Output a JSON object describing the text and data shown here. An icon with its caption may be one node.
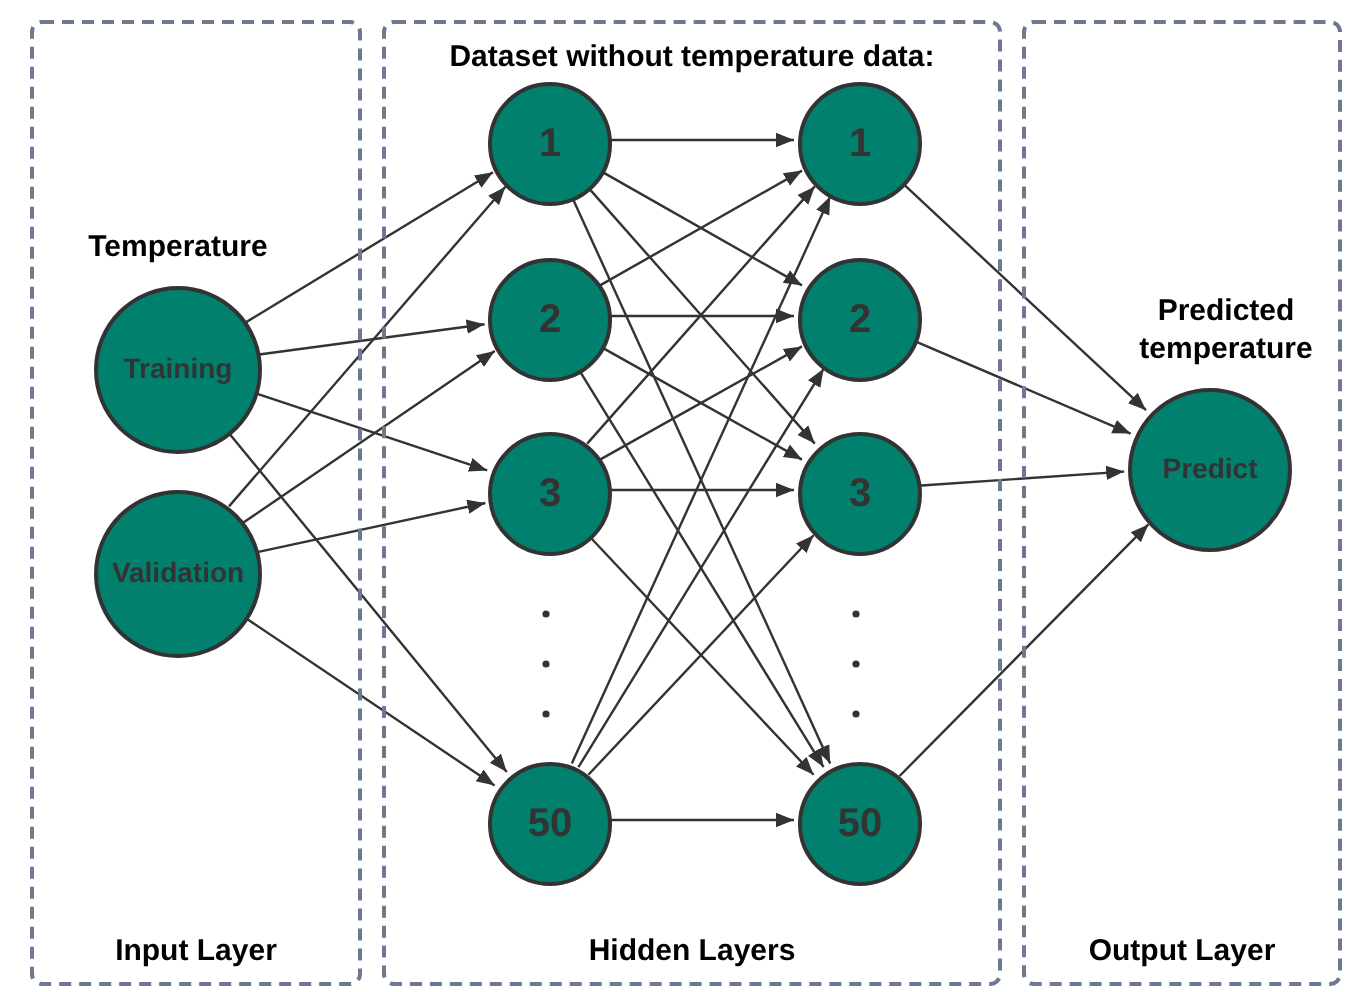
{
  "diagram": {
    "nodes": [
      {
        "text": [
          "Input Layer"
        ]
      },
      {
        "text": [
          "Training"
        ],
        "in": 0,
        "beside": [
          "Temperature"
        ]
      },
      {
        "text": [
          "Validation"
        ],
        "in": 0
      },
      {
        "text": [
          "Dataset without temperature data:",
          "Hidden Layers"
        ]
      },
      {
        "text": [
          "1"
        ],
        "in": 3
      },
      {
        "text": [
          "2"
        ],
        "in": 3
      },
      {
        "text": [
          "3"
        ],
        "in": 3
      },
      {
        "text": [
          "50"
        ],
        "in": 3
      },
      {
        "text": [
          "1"
        ],
        "in": 3
      },
      {
        "text": [
          "2"
        ],
        "in": 3
      },
      {
        "text": [
          "3"
        ],
        "in": 3
      },
      {
        "text": [
          "50"
        ],
        "in": 3
      },
      {
        "text": [
          "Output Layer"
        ]
      },
      {
        "text": [
          "Predict"
        ],
        "in": 12,
        "beside": [
          "Predicted temperature"
        ]
      }
    ],
    "edges": [
      {
        "from": 1,
        "to": 4,
        "arrow": "to"
      },
      {
        "from": 1,
        "to": 5,
        "arrow": "to"
      },
      {
        "from": 1,
        "to": 6,
        "arrow": "to"
      },
      {
        "from": 1,
        "to": 7,
        "arrow": "to"
      },
      {
        "from": 2,
        "to": 4,
        "arrow": "to"
      },
      {
        "from": 2,
        "to": 5,
        "arrow": "to"
      },
      {
        "from": 2,
        "to": 6,
        "arrow": "to"
      },
      {
        "from": 2,
        "to": 7,
        "arrow": "to"
      },
      {
        "from": 4,
        "to": 8,
        "arrow": "to"
      },
      {
        "from": 4,
        "to": 9,
        "arrow": "to"
      },
      {
        "from": 4,
        "to": 10,
        "arrow": "to"
      },
      {
        "from": 4,
        "to": 11,
        "arrow": "to"
      },
      {
        "from": 5,
        "to": 8,
        "arrow": "to"
      },
      {
        "from": 5,
        "to": 9,
        "arrow": "to"
      },
      {
        "from": 5,
        "to": 10,
        "arrow": "to"
      },
      {
        "from": 5,
        "to": 11,
        "arrow": "to"
      },
      {
        "from": 6,
        "to": 8,
        "arrow": "to"
      },
      {
        "from": 6,
        "to": 9,
        "arrow": "to"
      },
      {
        "from": 6,
        "to": 10,
        "arrow": "to"
      },
      {
        "from": 6,
        "to": 11,
        "arrow": "to"
      },
      {
        "from": 7,
        "to": 8,
        "arrow": "to"
      },
      {
        "from": 7,
        "to": 9,
        "arrow": "to"
      },
      {
        "from": 7,
        "to": 10,
        "arrow": "to"
      },
      {
        "from": 7,
        "to": 11,
        "arrow": "to"
      },
      {
        "from": 8,
        "to": 13,
        "arrow": "to"
      },
      {
        "from": 9,
        "to": 13,
        "arrow": "to"
      },
      {
        "from": 10,
        "to": 13,
        "arrow": "to"
      },
      {
        "from": 11,
        "to": 13,
        "arrow": "to"
      }
    ]
  }
}
